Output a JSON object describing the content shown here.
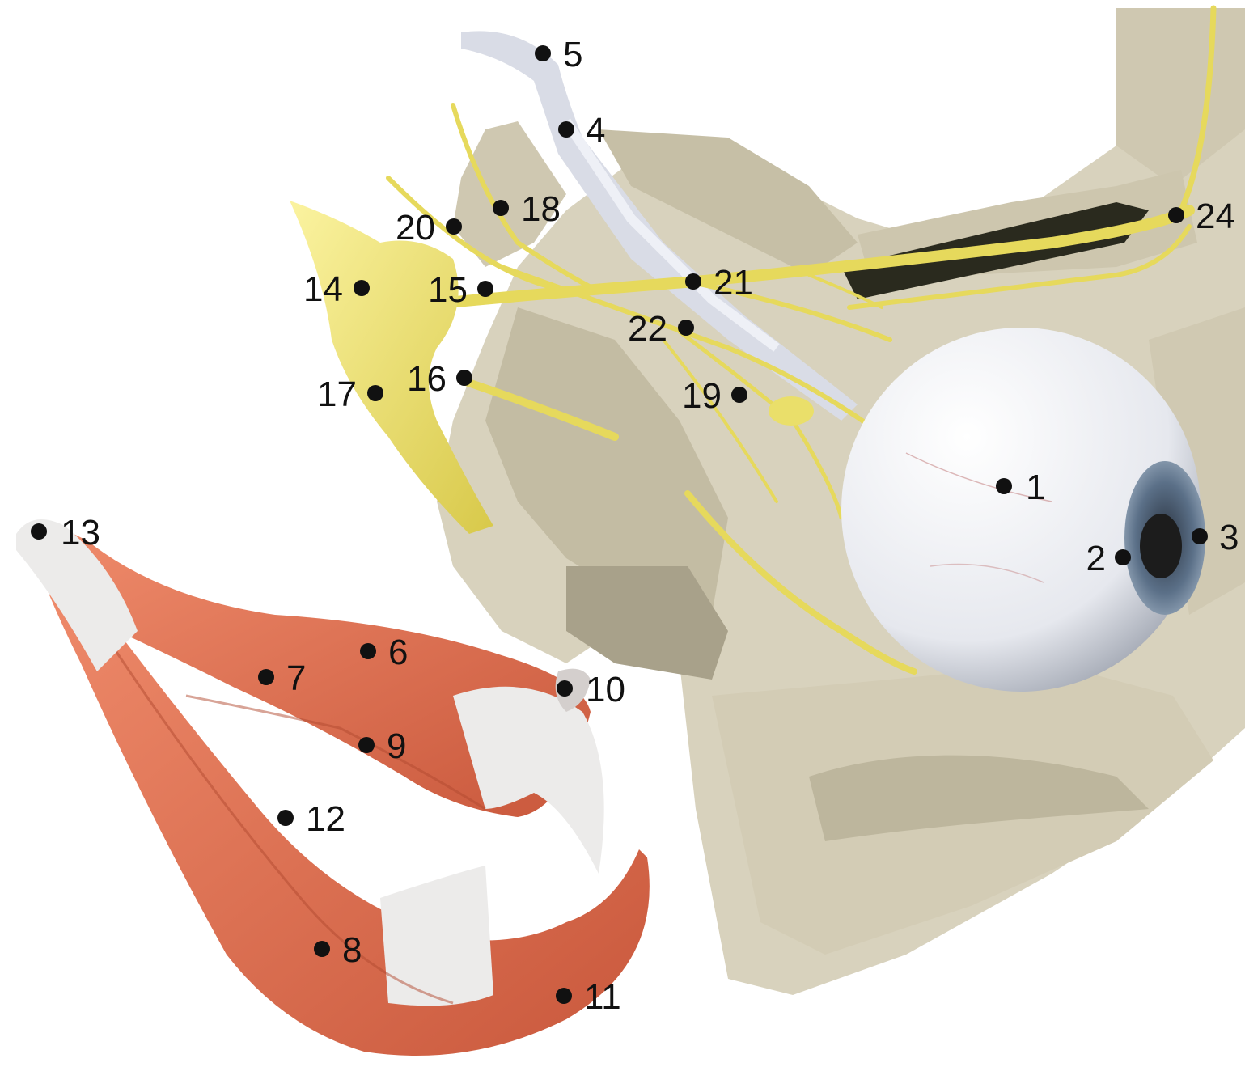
{
  "labels": [
    {
      "id": "label-1",
      "text": "1"
    },
    {
      "id": "label-2",
      "text": "2"
    },
    {
      "id": "label-3",
      "text": "3"
    },
    {
      "id": "label-4",
      "text": "4"
    },
    {
      "id": "label-5",
      "text": "5"
    },
    {
      "id": "label-6",
      "text": "6"
    },
    {
      "id": "label-7",
      "text": "7"
    },
    {
      "id": "label-8",
      "text": "8"
    },
    {
      "id": "label-9",
      "text": "9"
    },
    {
      "id": "label-10",
      "text": "10"
    },
    {
      "id": "label-11",
      "text": "11"
    },
    {
      "id": "label-12",
      "text": "12"
    },
    {
      "id": "label-13",
      "text": "13"
    },
    {
      "id": "label-14",
      "text": "14"
    },
    {
      "id": "label-15",
      "text": "15"
    },
    {
      "id": "label-16",
      "text": "16"
    },
    {
      "id": "label-17",
      "text": "17"
    },
    {
      "id": "label-18",
      "text": "18"
    },
    {
      "id": "label-19",
      "text": "19"
    },
    {
      "id": "label-20",
      "text": "20"
    },
    {
      "id": "label-21",
      "text": "21"
    },
    {
      "id": "label-22",
      "text": "22"
    },
    {
      "id": "label-24",
      "text": "24"
    }
  ],
  "colors": {
    "bone": "#d8d2bd",
    "bone_shadow": "#b9b29a",
    "nerve": "#eadf6a",
    "ganglion": "#f0e57a",
    "muscle": "#e07a5c",
    "tendon": "#e8e6e6",
    "eyeball": "#eef0f4",
    "iris": "#5b6f86",
    "pupil": "#1c1c1c"
  }
}
